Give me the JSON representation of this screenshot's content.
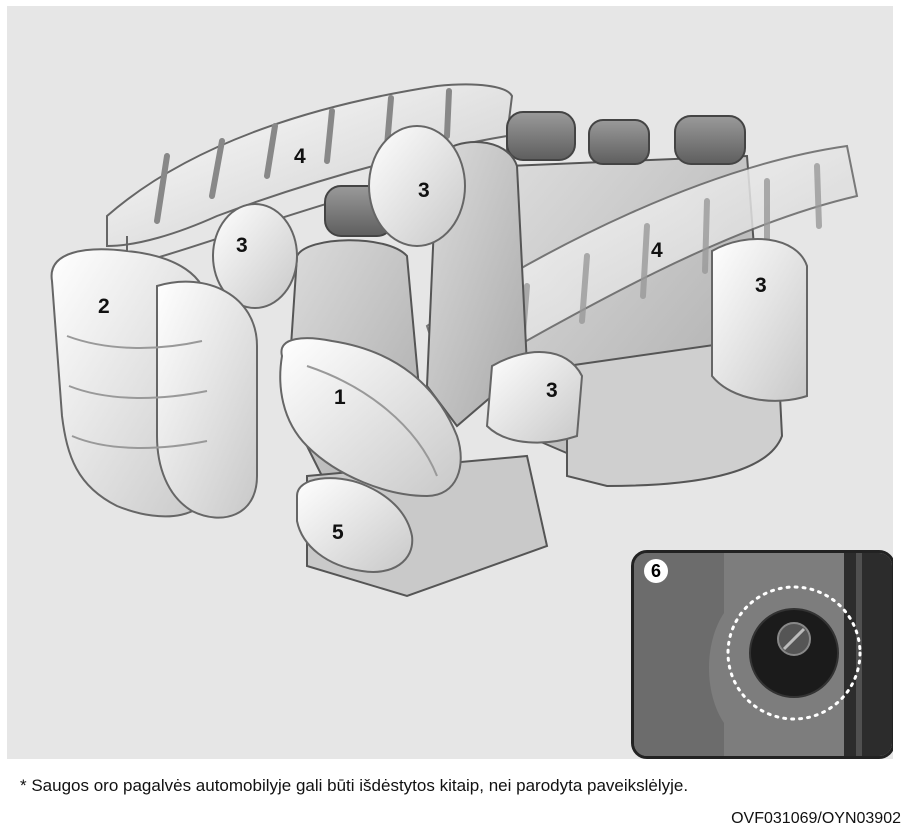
{
  "diagram": {
    "callouts": [
      {
        "id": "1",
        "label": "1"
      },
      {
        "id": "2",
        "label": "2"
      },
      {
        "id": "3a",
        "label": "3"
      },
      {
        "id": "3b",
        "label": "3"
      },
      {
        "id": "3c",
        "label": "3"
      },
      {
        "id": "3d",
        "label": "3"
      },
      {
        "id": "4a",
        "label": "4"
      },
      {
        "id": "4b",
        "label": "4"
      },
      {
        "id": "5",
        "label": "5"
      }
    ],
    "inset_label": "6"
  },
  "caption": "* Saugos oro pagalvės automobilyje gali būti išdėstytos kitaip, nei parodyta paveikslėlyje.",
  "image_code": "OVF031069/OYN03902",
  "colors": {
    "background": "#e6e6e6",
    "airbag": "#f4f4f4",
    "seat": "#d2d2d2",
    "outline": "#555555",
    "inset_bg": "#6c6c6c",
    "dotted_ring": "#ffffff"
  }
}
